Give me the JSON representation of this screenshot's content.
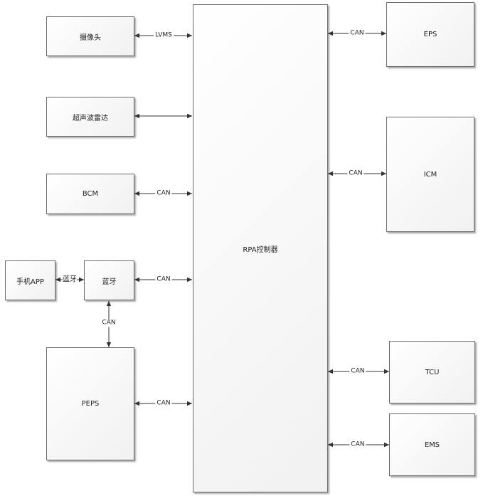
{
  "nodes": {
    "camera": "摄像头",
    "ultrasonic_radar": "超声波雷达",
    "bcm": "BCM",
    "phone_app": "手机APP",
    "bluetooth": "蓝牙",
    "peps": "PEPS",
    "rpa_controller": "RPA控制器",
    "eps": "EPS",
    "icm": "ICM",
    "tcu": "TCU",
    "ems": "EMS"
  },
  "links": {
    "camera_rpa": "LVMS",
    "bcm_rpa": "CAN",
    "phone_bluetooth": "蓝牙",
    "bluetooth_rpa": "CAN",
    "bluetooth_peps": "CAN",
    "peps_rpa": "CAN",
    "rpa_eps": "CAN",
    "rpa_icm": "CAN",
    "rpa_tcu": "CAN",
    "rpa_ems": "CAN"
  }
}
